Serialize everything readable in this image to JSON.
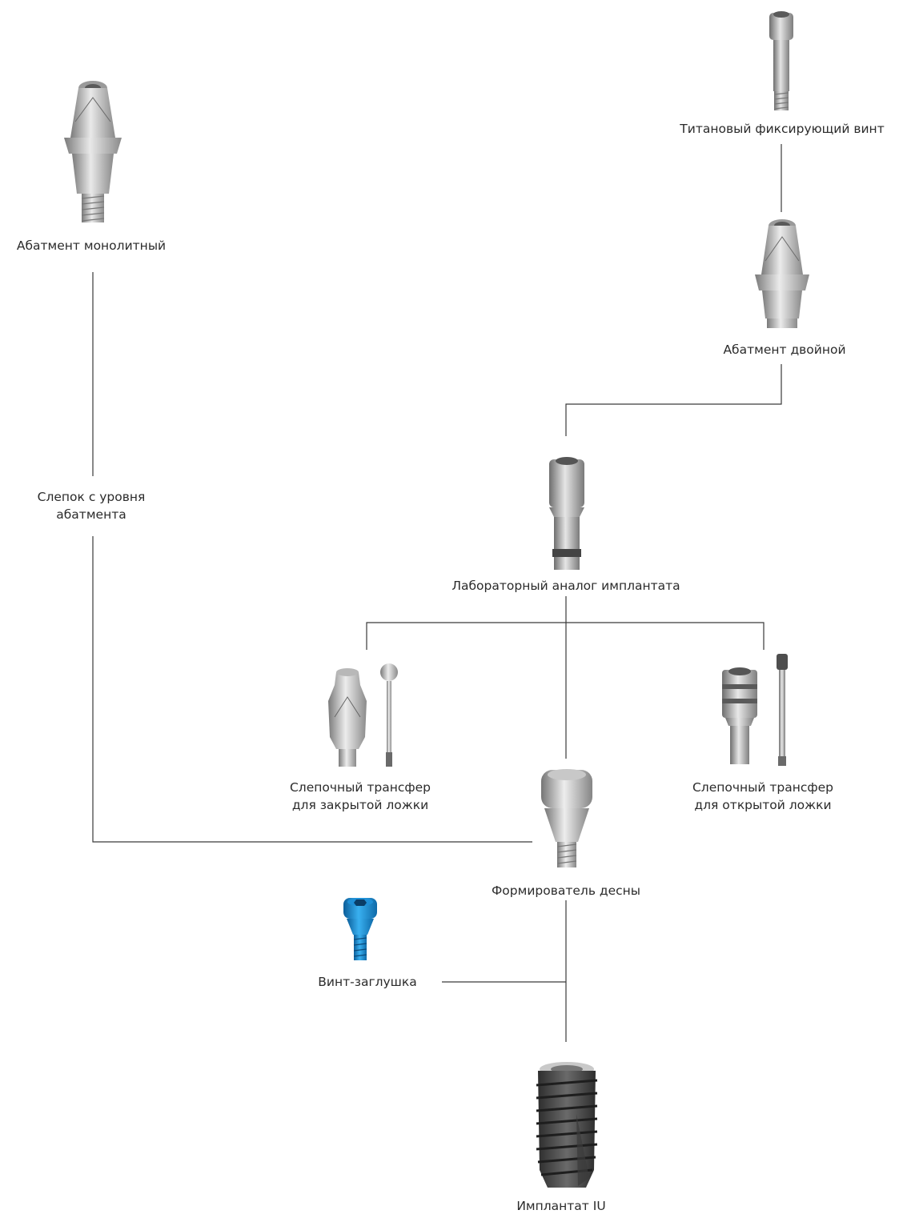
{
  "labels": {
    "monolithic_abutment": "Абатмент монолитный",
    "titanium_screw": "Титановый фиксирующий винт",
    "double_abutment": "Абатмент двойной",
    "abutment_impression_line1": "Слепок с уровня",
    "abutment_impression_line2": "абатмента",
    "lab_analog": "Лабораторный аналог имплантата",
    "closed_tray_line1": "Слепочный трансфер",
    "closed_tray_line2": "для закрытой ложки",
    "open_tray_line1": "Слепочный трансфер",
    "open_tray_line2": "для открытой ложки",
    "gingiva_former": "Формирователь десны",
    "cover_screw": "Винт-заглушка",
    "implant": "Имплантат IU"
  },
  "colors": {
    "line": "#3a3a3a",
    "metal_light": "#e9e9e9",
    "metal_mid": "#b5b5b5",
    "metal_dark": "#7a7a7a",
    "implant_dark": "#4a4a4a",
    "cover_screw_blue": "#1f8fd6"
  }
}
